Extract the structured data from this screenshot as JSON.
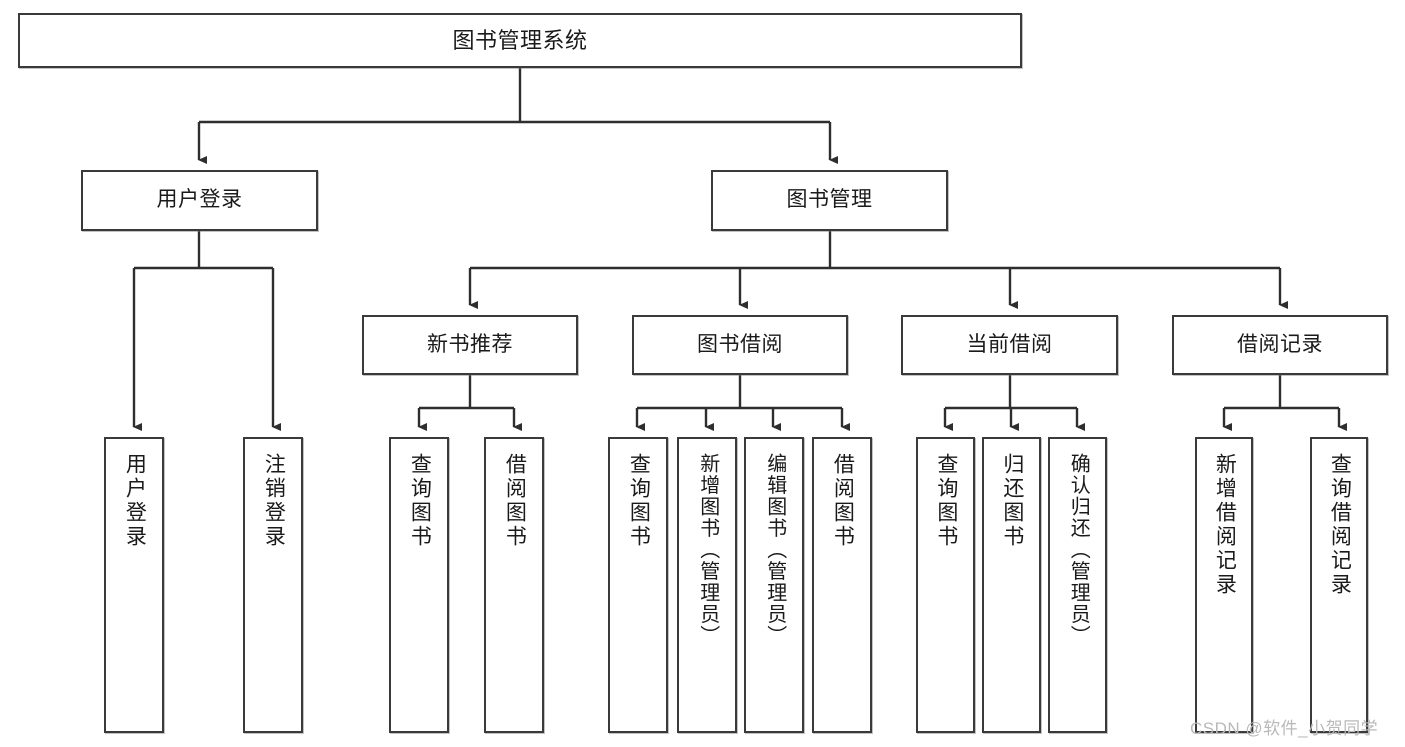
{
  "diagram": {
    "title": "图书管理系统",
    "type": "tree-hierarchy",
    "root": {
      "label": "图书管理系统"
    },
    "level2": [
      {
        "label": "用户登录"
      },
      {
        "label": "图书管理"
      }
    ],
    "level3": [
      {
        "label": "新书推荐"
      },
      {
        "label": "图书借阅"
      },
      {
        "label": "当前借阅"
      },
      {
        "label": "借阅记录"
      }
    ],
    "leaves": {
      "user_login": [
        {
          "label": "用户登录"
        },
        {
          "label": "注销登录"
        }
      ],
      "new_book_recommend": [
        {
          "label": "查询图书"
        },
        {
          "label": "借阅图书"
        }
      ],
      "book_borrow": [
        {
          "label": "查询图书"
        },
        {
          "label": "新增图书（管理员）"
        },
        {
          "label": "编辑图书（管理员）"
        },
        {
          "label": "借阅图书"
        }
      ],
      "current_borrow": [
        {
          "label": "查询图书"
        },
        {
          "label": "归还图书"
        },
        {
          "label": "确认归还（管理员）"
        }
      ],
      "borrow_records": [
        {
          "label": "新增借阅记录"
        },
        {
          "label": "查询借阅记录"
        }
      ]
    }
  },
  "watermark": {
    "text": "CSDN @软件_小贺同学"
  },
  "colors": {
    "stroke": "#3a3a3a",
    "fill": "#ffffff",
    "text": "#1a1a1a",
    "watermark": "#b9b9b9"
  }
}
